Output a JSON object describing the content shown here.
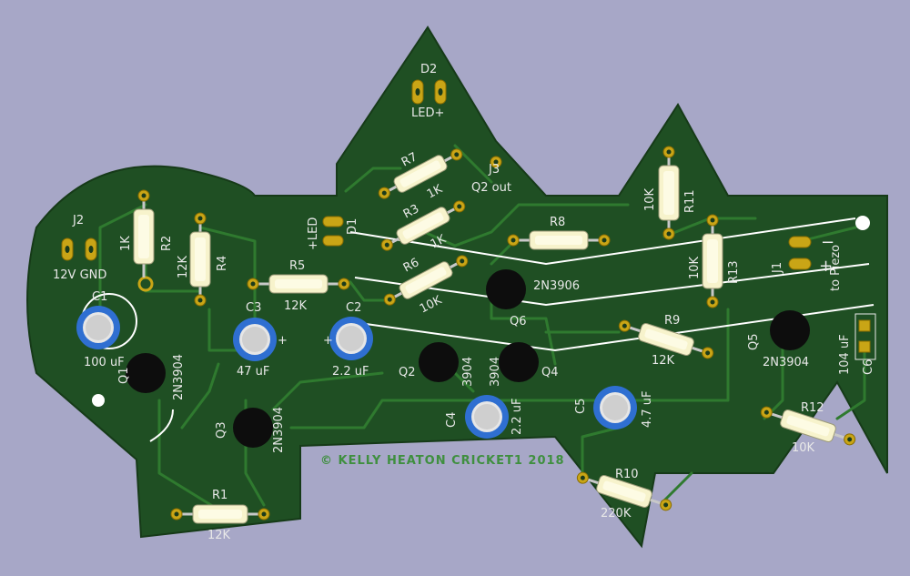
{
  "colors": {
    "board": "#1f4f23",
    "trace": "#2f7a2f",
    "pad": "#c9a516",
    "silk": "#e8e8e8",
    "background": "#a7a7c7",
    "cap_blue": "#2f6fd1"
  },
  "silkscreen": {
    "credit": "© KELLY HEATON CRICKET1 2018"
  },
  "connectors": {
    "J2": {
      "ref": "J2",
      "pin_label": "12V GND"
    },
    "J1": {
      "ref": "J1",
      "minus": "−",
      "plus": "+",
      "to_piezo": "to Piezo"
    },
    "J3": {
      "ref": "J3",
      "label": "Q2 out"
    },
    "D1": {
      "ref": "D1",
      "label": "+LED"
    },
    "D2": {
      "ref": "D2",
      "label": "LED+"
    }
  },
  "resistors": {
    "R1": {
      "ref": "R1",
      "value": "12K"
    },
    "R2": {
      "ref": "R2",
      "value": "1K"
    },
    "R3": {
      "ref": "R3",
      "value": "1K"
    },
    "R4": {
      "ref": "R4",
      "value": "12K"
    },
    "R5": {
      "ref": "R5",
      "value": "12K"
    },
    "R6": {
      "ref": "R6",
      "value": "10K"
    },
    "R7": {
      "ref": "R7",
      "value": "1K"
    },
    "R8": {
      "ref": "R8",
      "value": ""
    },
    "R9": {
      "ref": "R9",
      "value": "12K"
    },
    "R10": {
      "ref": "R10",
      "value": "220K"
    },
    "R11": {
      "ref": "R11",
      "value": "10K"
    },
    "R12": {
      "ref": "R12",
      "value": "10K"
    },
    "R13": {
      "ref": "R13",
      "value": "10K"
    }
  },
  "capacitors": {
    "C1": {
      "ref": "C1",
      "value": "100 uF"
    },
    "C2": {
      "ref": "C2",
      "value": "2.2 uF"
    },
    "C3": {
      "ref": "C3",
      "value": "47 uF"
    },
    "C4": {
      "ref": "C4",
      "value": "2.2 uF"
    },
    "C5": {
      "ref": "C5",
      "value": "4.7 uF"
    },
    "C6": {
      "ref": "C6",
      "value": "104 uF"
    }
  },
  "transistors": {
    "Q1": {
      "ref": "Q1",
      "value": "2N3904"
    },
    "Q2": {
      "ref": "Q2",
      "value": "3904"
    },
    "Q3": {
      "ref": "Q3",
      "value": "2N3904"
    },
    "Q4": {
      "ref": "Q4",
      "value": "3904"
    },
    "Q5": {
      "ref": "Q5",
      "value": "2N3904"
    },
    "Q6": {
      "ref": "Q6",
      "value": "2N3906"
    }
  },
  "plus_sign": "+"
}
